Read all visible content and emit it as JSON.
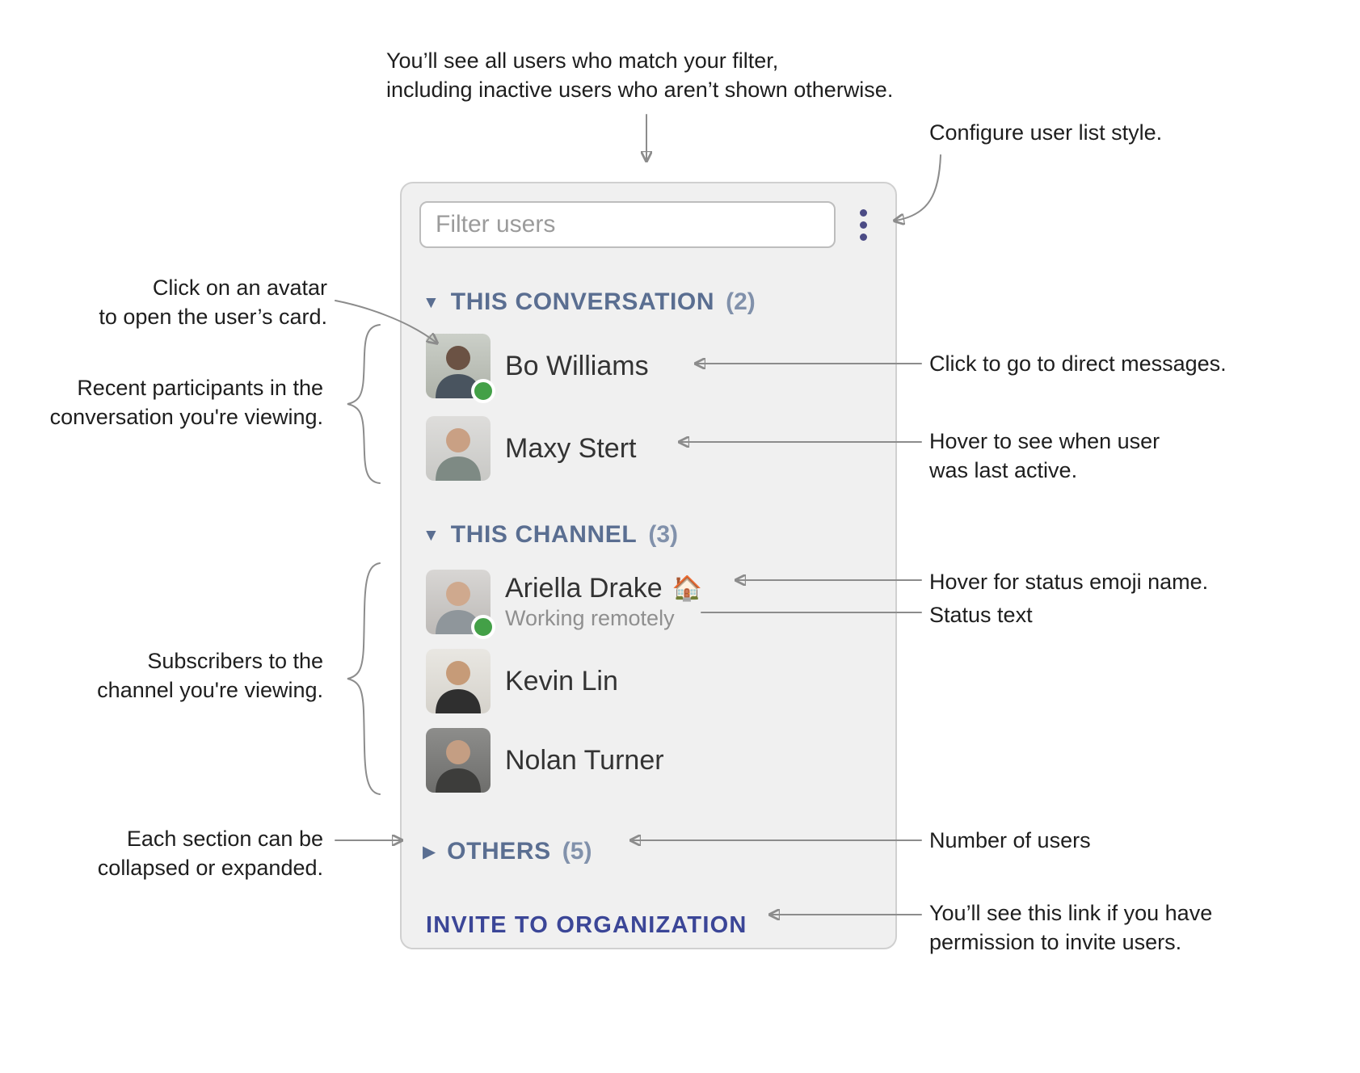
{
  "panel": {
    "filter": {
      "placeholder": "Filter users"
    },
    "menu_icon": "kebab-menu",
    "sections": [
      {
        "label": "THIS CONVERSATION",
        "count": "(2)",
        "collapse_icon": "▼",
        "collapsed": false,
        "users": [
          {
            "name": "Bo Williams",
            "presence": "active"
          },
          {
            "name": "Maxy Stert",
            "presence": "none"
          }
        ]
      },
      {
        "label": "THIS CHANNEL",
        "count": "(3)",
        "collapse_icon": "▼",
        "collapsed": false,
        "users": [
          {
            "name": "Ariella Drake",
            "status_emoji": "🏠",
            "status_text": "Working remotely",
            "presence": "active"
          },
          {
            "name": "Kevin Lin",
            "presence": "none"
          },
          {
            "name": "Nolan Turner",
            "presence": "none"
          }
        ]
      },
      {
        "label": "OTHERS",
        "count": "(5)",
        "collapse_icon": "▶",
        "collapsed": true,
        "users": []
      }
    ],
    "invite_label": "INVITE TO ORGANIZATION"
  },
  "annotations": {
    "filter_results": "You’ll see all users who match your filter,\nincluding inactive users who aren’t shown otherwise.",
    "configure": "Configure user list style.",
    "avatar": "Click on an avatar\nto open the user’s card.",
    "recent_participants": "Recent participants in the\nconversation you're viewing.",
    "direct_messages": "Click to go to direct messages.",
    "last_active": "Hover to see when user\nwas last active.",
    "status_emoji": "Hover for status emoji name.",
    "status_text": "Status text",
    "subscribers": "Subscribers to the\nchannel you're viewing.",
    "collapse": "Each section can be\ncollapsed or expanded.",
    "user_count": "Number of users",
    "invite_permission": "You’ll see this link if you have\npermission to invite users."
  },
  "colors": {
    "section_header": "#5a6e91",
    "invite_link": "#3b4697",
    "presence_active": "#43a047",
    "panel_background": "#f0f0f0",
    "annotation_line": "#8c8c8c",
    "menu_dots": "#4b4b85"
  }
}
